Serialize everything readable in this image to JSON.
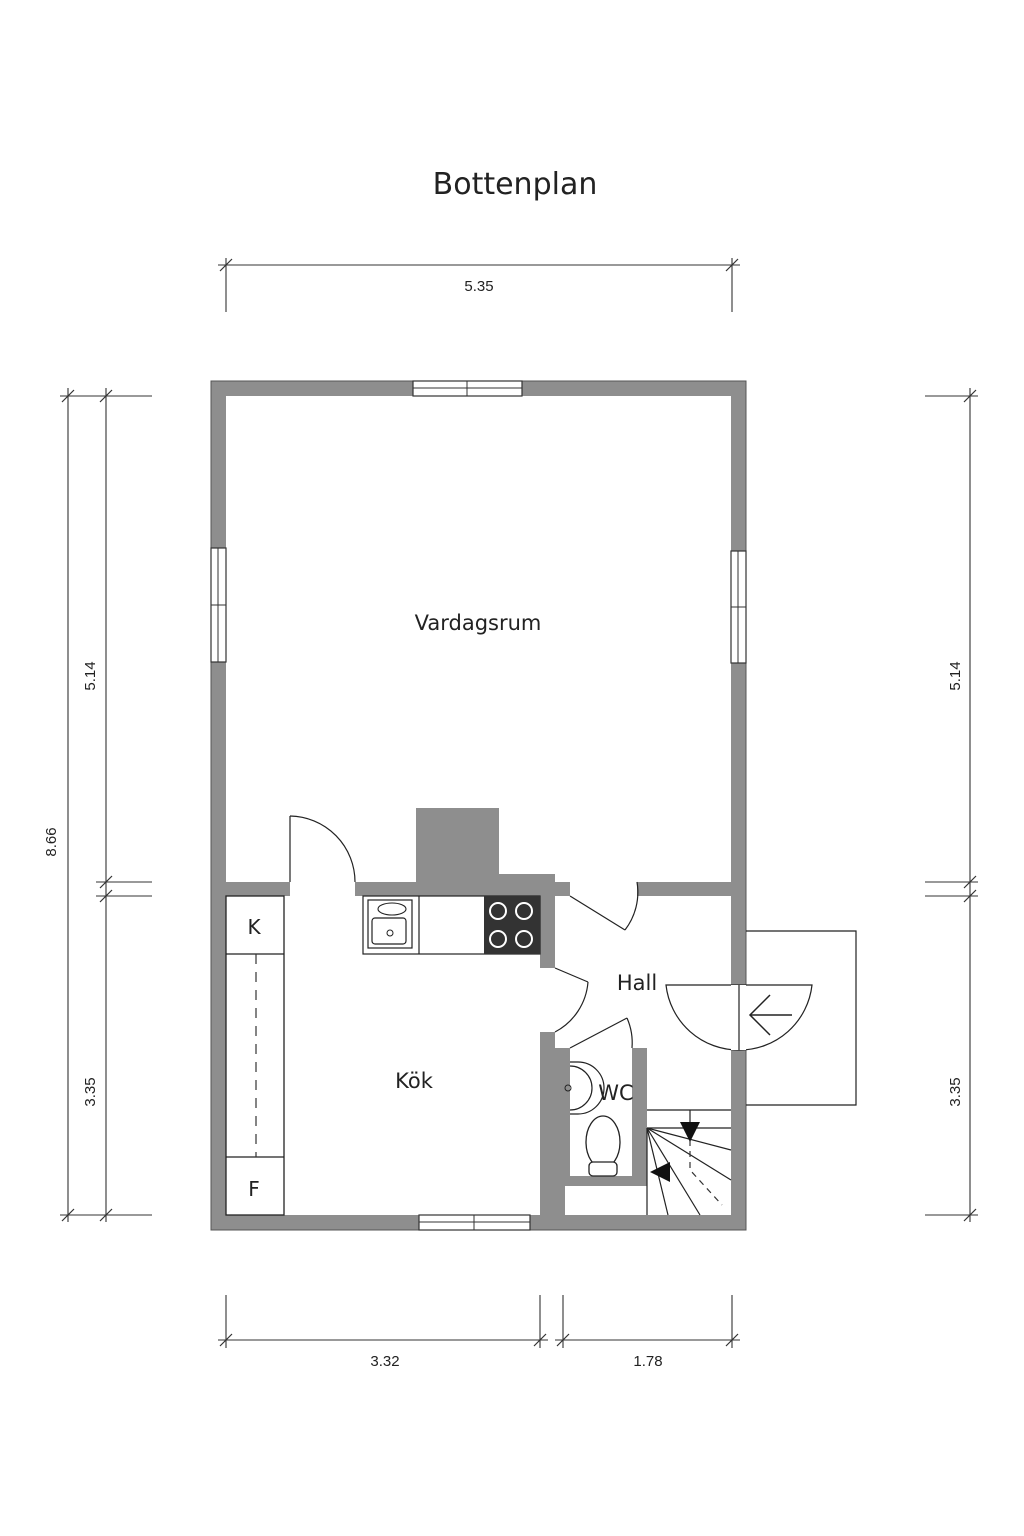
{
  "title": "Bottenplan",
  "rooms": {
    "living": "Vardagsrum",
    "kitchen": "Kök",
    "hall": "Hall",
    "wc": "WC",
    "k": "K",
    "f": "F"
  },
  "dimensions": {
    "top_width": "5.35",
    "left_total": "8.66",
    "left_upper": "5.14",
    "left_lower": "3.35",
    "right_upper": "5.14",
    "right_lower": "3.35",
    "bottom_left": "3.32",
    "bottom_right": "1.78"
  },
  "colors": {
    "wall": "#8e8e8e",
    "line": "#222222",
    "stove": "#333333"
  }
}
